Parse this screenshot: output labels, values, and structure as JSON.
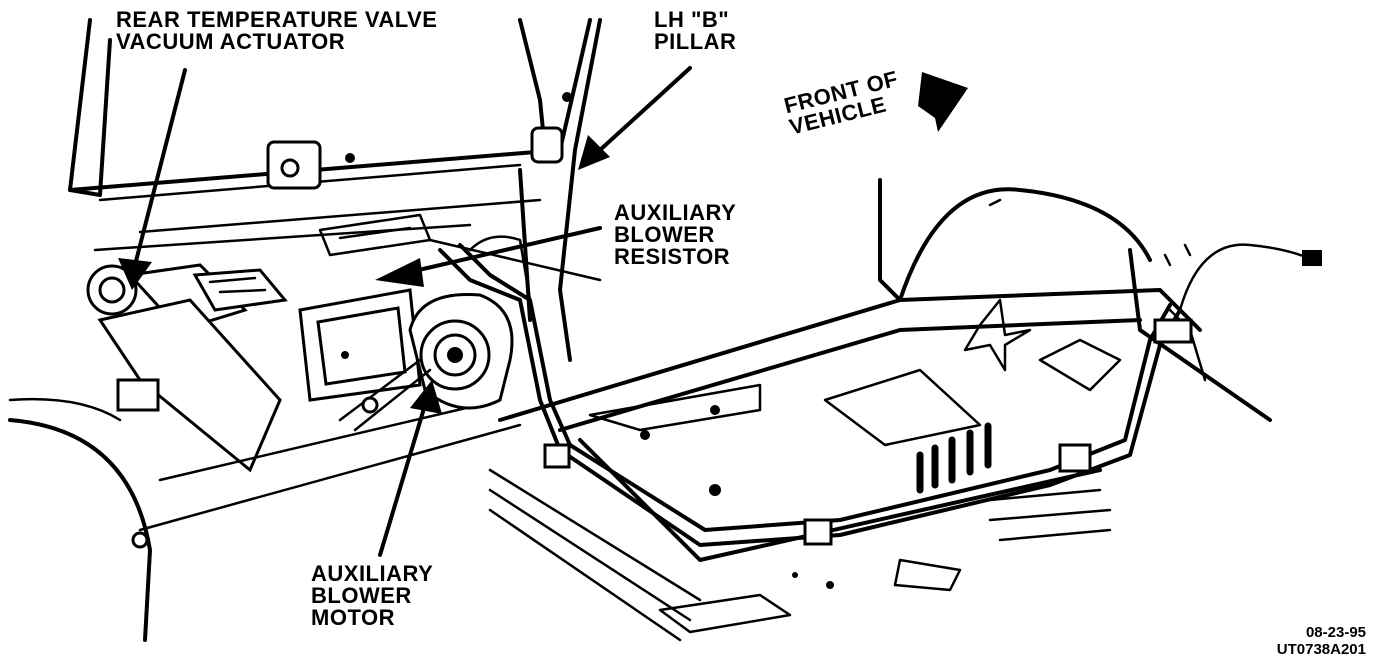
{
  "labels": {
    "rear_temp_valve_actuator": [
      "REAR TEMPERATURE VALVE",
      "VACUUM ACTUATOR"
    ],
    "lh_b_pillar": [
      "LH \"B\"",
      "PILLAR"
    ],
    "front_of_vehicle": [
      "FRONT OF",
      "VEHICLE"
    ],
    "aux_blower_resistor": [
      "AUXILIARY",
      "BLOWER",
      "RESISTOR"
    ],
    "aux_blower_motor": [
      "AUXILIARY",
      "BLOWER",
      "MOTOR"
    ]
  },
  "stamp": {
    "date": "08-23-95",
    "code": "UT0738A201"
  }
}
